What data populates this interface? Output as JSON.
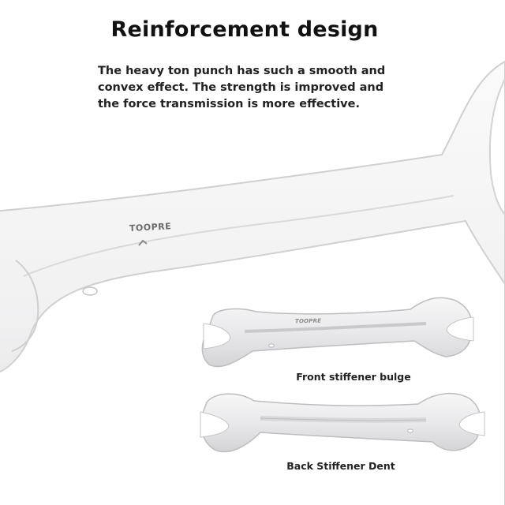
{
  "headline": "Reinforcement design",
  "description": "The heavy ton punch has such a smooth and convex effect. The strength is improved and the force transmission is more effective.",
  "brand": {
    "large_mark": "TOOPRE",
    "small_mark": "TOOPRE"
  },
  "captions": {
    "front": "Front stiffener bulge",
    "back": "Back Stiffener Dent"
  },
  "colors": {
    "background": "#ffffff",
    "wrench_metal": "#f3f3f4",
    "wrench_shadow": "#c9c9cc",
    "text": "#222222"
  }
}
